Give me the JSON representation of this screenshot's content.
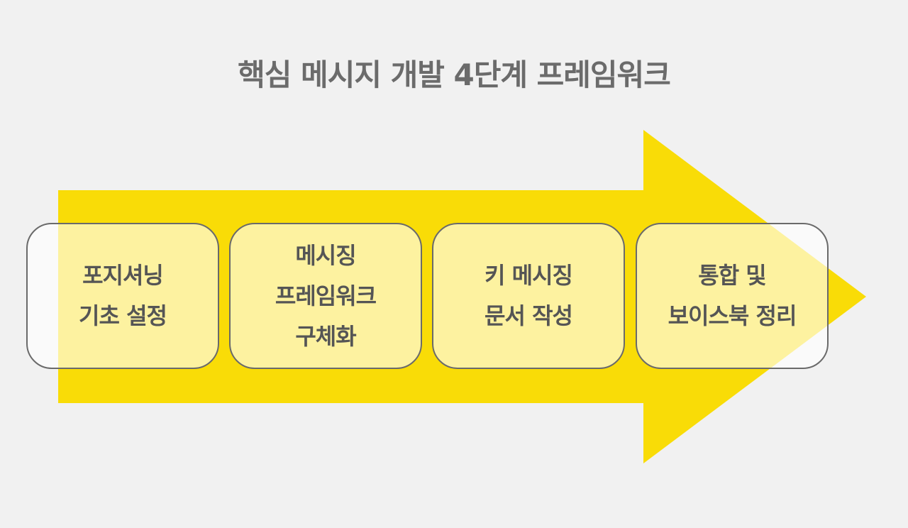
{
  "title": "핵심 메시지 개발 4단계 프레임워크",
  "colors": {
    "background": "#f1f1f1",
    "arrow": "#f9dc07",
    "box_border": "#6a6a6a",
    "title_text": "#6b6b6b",
    "box_text": "#555555"
  },
  "steps": [
    {
      "line1": "포지셔닝",
      "line2": "기초 설정",
      "line3": ""
    },
    {
      "line1": "메시징",
      "line2": "프레임워크",
      "line3": "구체화"
    },
    {
      "line1": "키 메시징",
      "line2": "문서 작성",
      "line3": ""
    },
    {
      "line1": "통합 및",
      "line2": "보이스북 정리",
      "line3": ""
    }
  ]
}
